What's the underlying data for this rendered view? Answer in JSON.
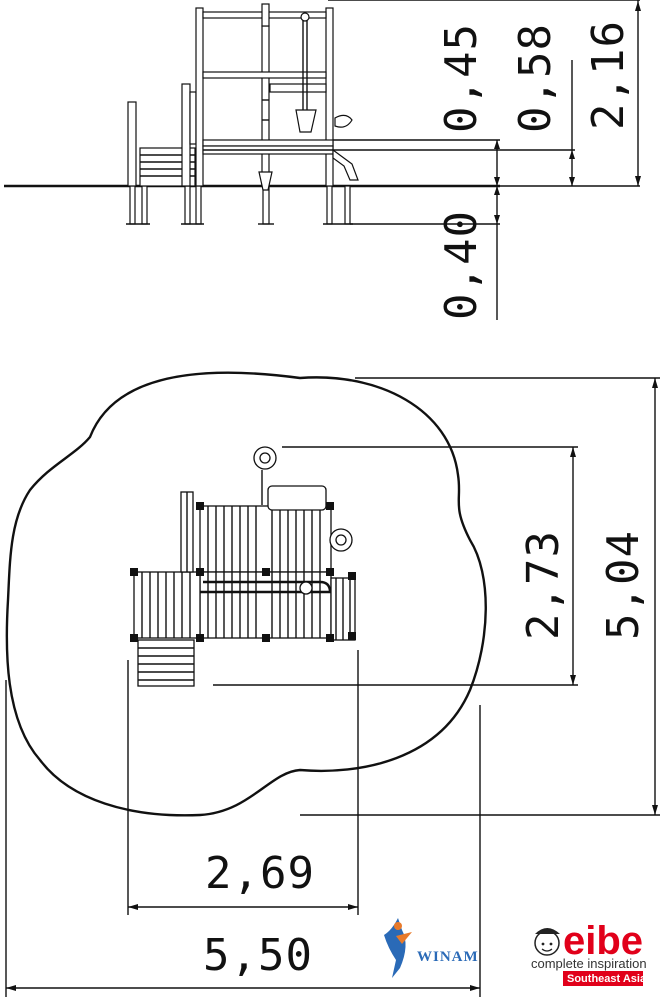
{
  "side_view": {
    "dimensions": {
      "platform_height_1": "0,45",
      "platform_height_2": "0,58",
      "total_height": "2,16",
      "foundation_depth": "0,40"
    }
  },
  "plan_view": {
    "dimensions": {
      "equipment_depth": "2,73",
      "safety_zone_depth": "5,04",
      "equipment_width": "2,69",
      "safety_zone_width": "5,50"
    }
  },
  "logos": {
    "winam": {
      "text": "WINAM",
      "color": "#2a6ab7"
    },
    "eibe": {
      "name": "eibe",
      "tagline": "complete inspiration",
      "region": "Southeast Asia",
      "color": "#e1001a"
    }
  }
}
